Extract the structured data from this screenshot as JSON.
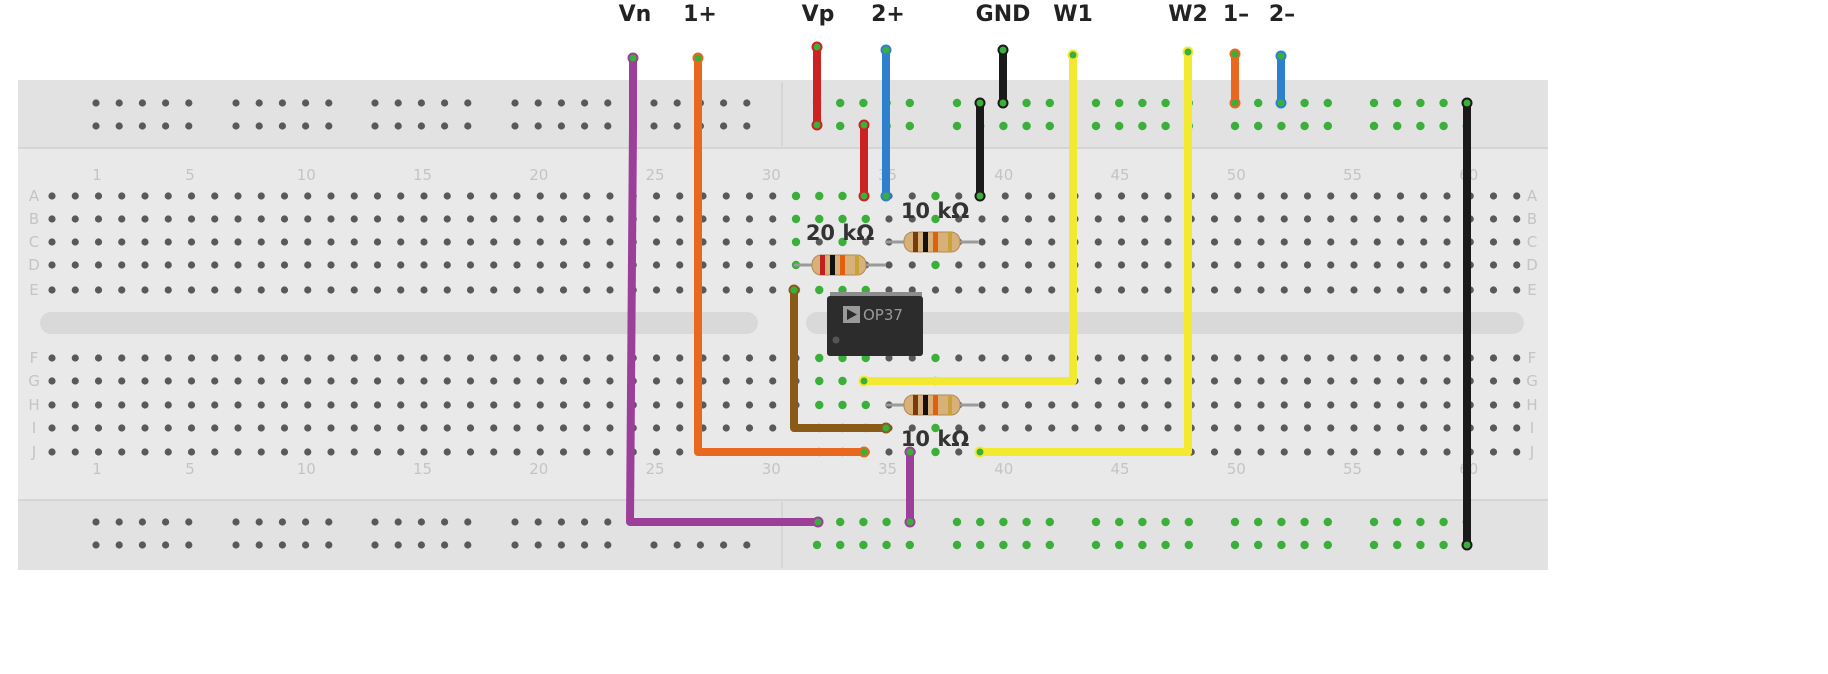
{
  "top_labels": {
    "vn": "Vn",
    "one_plus": "1+",
    "vp": "Vp",
    "two_plus": "2+",
    "gnd": "GND",
    "w1": "W1",
    "w2": "W2",
    "one_minus": "1–",
    "two_minus": "2–"
  },
  "resistors": {
    "r_top_right": "10 kΩ",
    "r_left": "20 kΩ",
    "r_bottom_right": "10 kΩ"
  },
  "chip": {
    "label": "OP37",
    "logo": "analog-devices-logo"
  },
  "row_letters": [
    "A",
    "B",
    "C",
    "D",
    "E",
    "F",
    "G",
    "H",
    "I",
    "J"
  ],
  "column_numbers": [
    "1",
    "5",
    "10",
    "15",
    "20",
    "25",
    "30",
    "35",
    "40",
    "45",
    "50",
    "55",
    "60"
  ],
  "colors": {
    "board": "#e9e9e9",
    "rail_band": "#dedede",
    "hole": "#595959",
    "active_hole": "#3aaf3a",
    "wire_purple": "#9b3f98",
    "wire_orange": "#e8681f",
    "wire_red": "#cc2222",
    "wire_blue": "#2f7fcf",
    "wire_black": "#1a1a1a",
    "wire_yellow": "#f2e930",
    "wire_brown": "#8a5a18"
  }
}
